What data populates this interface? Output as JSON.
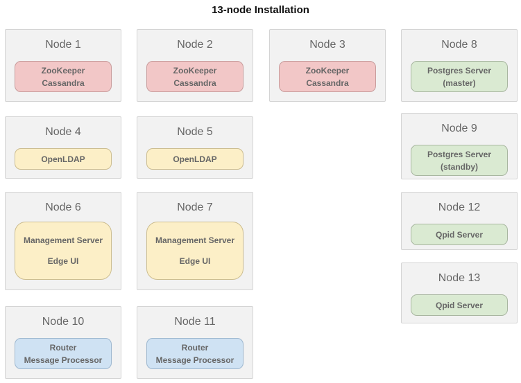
{
  "title": "13-node Installation",
  "palette": {
    "zookeeper_cassandra": {
      "fill": "#f2c7c7",
      "border": "#c89c9c"
    },
    "openldap_management": {
      "fill": "#fcefc7",
      "border": "#ccbd90"
    },
    "postgres_qpid": {
      "fill": "#daead2",
      "border": "#a8b6a0"
    },
    "router_processor": {
      "fill": "#cfe2f3",
      "border": "#9db7cf"
    },
    "node_box_fill": "#f2f2f2",
    "node_box_border": "#d4d4d4",
    "label_text": "#666666"
  },
  "nodes": [
    {
      "title": "Node 1",
      "lines": [
        "ZooKeeper",
        "Cassandra"
      ]
    },
    {
      "title": "Node 2",
      "lines": [
        "ZooKeeper",
        "Cassandra"
      ]
    },
    {
      "title": "Node 3",
      "lines": [
        "ZooKeeper",
        "Cassandra"
      ]
    },
    {
      "title": "Node 4",
      "lines": [
        "OpenLDAP"
      ]
    },
    {
      "title": "Node 5",
      "lines": [
        "OpenLDAP"
      ]
    },
    {
      "title": "Node 6",
      "lines": [
        "Management Server",
        "Edge UI"
      ]
    },
    {
      "title": "Node 7",
      "lines": [
        "Management Server",
        "Edge UI"
      ]
    },
    {
      "title": "Node 8",
      "lines": [
        "Postgres Server",
        "(master)"
      ]
    },
    {
      "title": "Node 9",
      "lines": [
        "Postgres Server",
        "(standby)"
      ]
    },
    {
      "title": "Node 10",
      "lines": [
        "Router",
        "Message Processor"
      ]
    },
    {
      "title": "Node 11",
      "lines": [
        "Router",
        "Message Processor"
      ]
    },
    {
      "title": "Node 12",
      "lines": [
        "Qpid Server"
      ]
    },
    {
      "title": "Node 13",
      "lines": [
        "Qpid Server"
      ]
    }
  ]
}
